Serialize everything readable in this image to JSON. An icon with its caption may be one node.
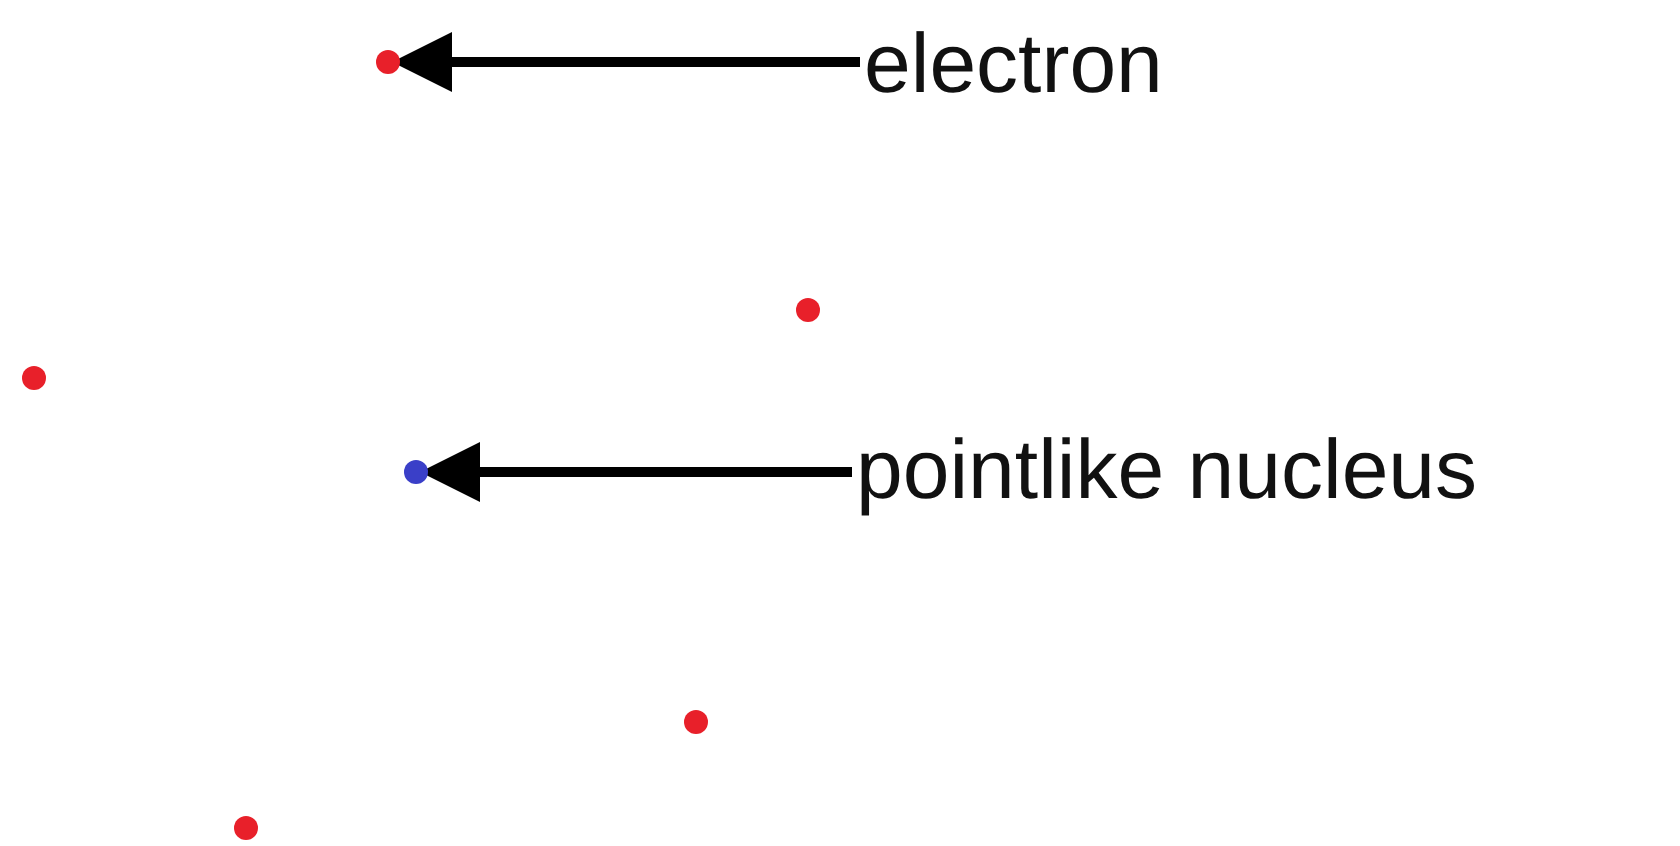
{
  "diagram": {
    "nodes": [
      {
        "text": [
          "electron"
        ]
      },
      {
        "text": [
          "pointlike nucleus"
        ]
      },
      {
        "text": [],
        "shape": "circle"
      },
      {
        "text": [],
        "shape": "circle"
      },
      {
        "text": [],
        "shape": "circle"
      },
      {
        "text": [],
        "shape": "circle"
      },
      {
        "text": [],
        "shape": "circle"
      },
      {
        "text": [],
        "shape": "circle"
      }
    ],
    "edges": [
      {
        "from": 0,
        "to": 2,
        "arrow": "to"
      },
      {
        "from": 1,
        "to": 5,
        "arrow": "to"
      }
    ]
  }
}
